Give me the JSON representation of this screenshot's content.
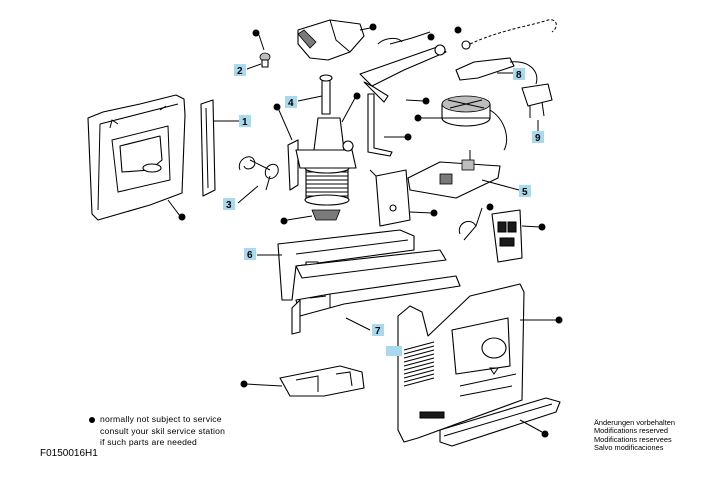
{
  "diagram": {
    "callouts": [
      "1",
      "2",
      "3",
      "4",
      "5",
      "6",
      "7",
      "8",
      "9"
    ],
    "legend": {
      "lines": [
        "normally not subject to service",
        "consult your skil service station",
        "if such parts are needed"
      ]
    },
    "modifications_notice": [
      "Änderungen vorbehalten",
      "Modifications reserved",
      "Modifications reservees",
      "Salvo modificaciones"
    ],
    "reference_code": "F0150016H1"
  }
}
